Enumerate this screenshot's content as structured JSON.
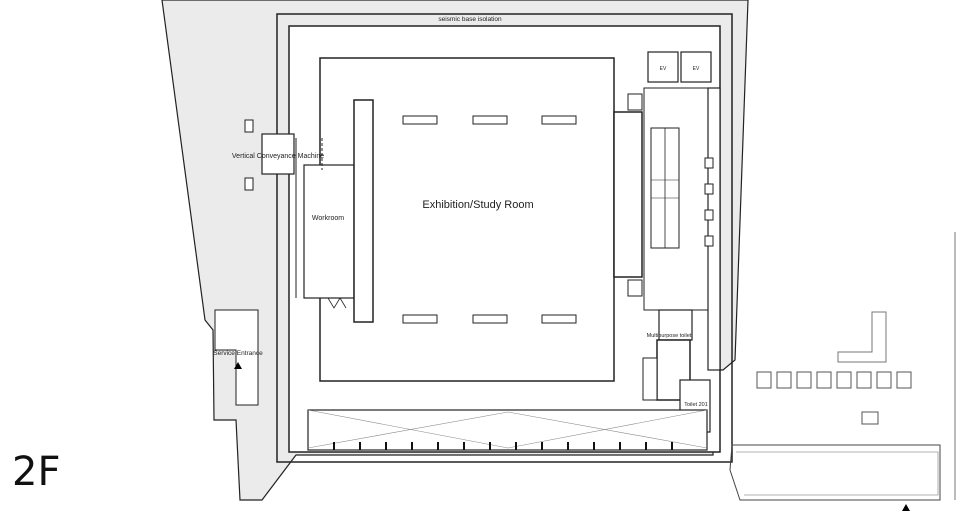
{
  "floor_label": "2F",
  "labels": {
    "seismic": "seismic base isolation",
    "exhibition": "Exhibition/Study Room",
    "workroom": "Workroom",
    "vertical_conveyance": "Vertical Conveyance Machine",
    "service_entrance": "Service Entrance",
    "ev_left": "EV",
    "ev_right": "EV",
    "multipurpose_toilet": "Multipurpose toilet",
    "toilet": "Toilet 201"
  }
}
